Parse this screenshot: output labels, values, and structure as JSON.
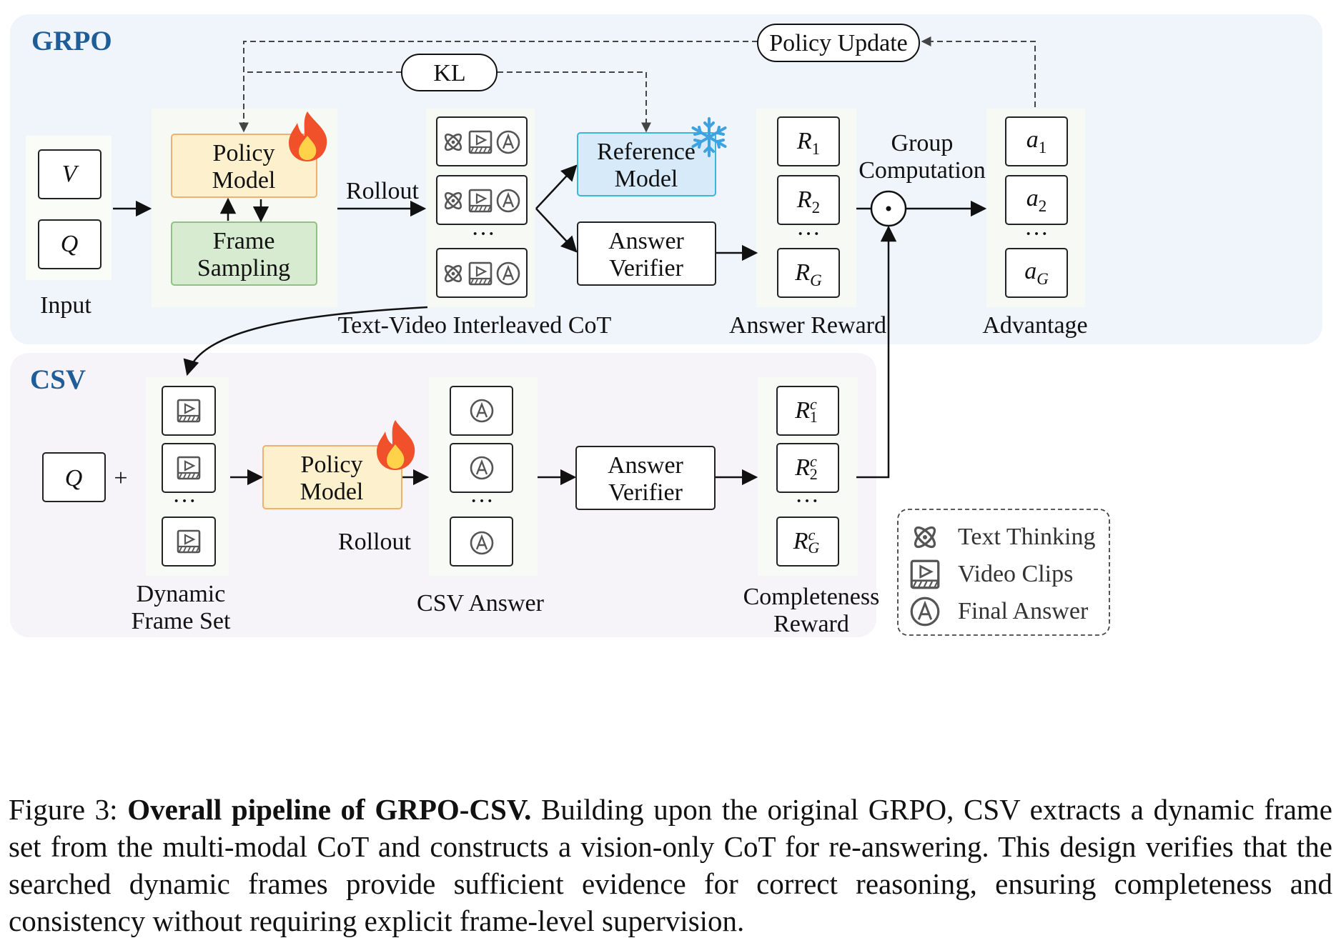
{
  "sections": {
    "grpo": "GRPO",
    "csv": "CSV"
  },
  "inputs": {
    "v": "V",
    "q": "Q",
    "label": "Input",
    "csv_q": "Q",
    "plus": "+"
  },
  "boxes": {
    "policy_model": [
      "Policy",
      "Model"
    ],
    "frame_sampling": [
      "Frame",
      "Sampling"
    ],
    "reference_model": [
      "Reference",
      "Model"
    ],
    "answer_verifier": [
      "Answer",
      "Verifier"
    ],
    "csv_policy_model": [
      "Policy",
      "Model"
    ],
    "csv_answer_verifier": [
      "Answer",
      "Verifier"
    ]
  },
  "pills": {
    "policy_update": "Policy Update",
    "kl": "KL"
  },
  "labels": {
    "rollout": "Rollout",
    "cot": "Text-Video Interleaved CoT",
    "answer_reward": "Answer Reward",
    "group_computation": [
      "Group",
      "Computation"
    ],
    "advantage": "Advantage",
    "csv_rollout": "Rollout",
    "dynamic_frame_set": [
      "Dynamic",
      "Frame Set"
    ],
    "csv_answer": "CSV Answer",
    "completeness_reward": [
      "Completeness",
      "Reward"
    ],
    "ellipsis": "···"
  },
  "rewards": {
    "grpo": [
      {
        "base": "R",
        "sub": "1",
        "sup": ""
      },
      {
        "base": "R",
        "sub": "2",
        "sup": ""
      },
      {
        "base": "R",
        "sub": "G",
        "sup": ""
      }
    ],
    "csv": [
      {
        "base": "R",
        "sub": "1",
        "sup": "c"
      },
      {
        "base": "R",
        "sub": "2",
        "sup": "c"
      },
      {
        "base": "R",
        "sub": "G",
        "sup": "c"
      }
    ]
  },
  "advantages": [
    {
      "base": "a",
      "sub": "1"
    },
    {
      "base": "a",
      "sub": "2"
    },
    {
      "base": "a",
      "sub": "G"
    }
  ],
  "legend": [
    {
      "icon": "atom-icon",
      "label": "Text Thinking"
    },
    {
      "icon": "video-clip-icon",
      "label": "Video Clips"
    },
    {
      "icon": "final-answer-icon",
      "label": "Final Answer"
    }
  ],
  "caption": {
    "prefix": "Figure 3: ",
    "title": "Overall pipeline of GRPO-CSV.",
    "body": " Building upon the original GRPO, CSV extracts a dynamic frame set from the multi-modal CoT and constructs a vision-only CoT for re-answering. This design verifies that the searched dynamic frames provide sufficient evidence for correct reasoning, ensuring completeness and consistency without requiring explicit frame-level supervision."
  },
  "colors": {
    "section_title": "#1f5d98",
    "grpo_bg": "#f0f4fb",
    "csv_bg": "#f6f3f9",
    "policy_fill": "#fdf0cc",
    "policy_stroke": "#f0b070",
    "sampling_fill": "#d6ebcf",
    "sampling_stroke": "#8ec283",
    "reference_fill": "#d7eaf9",
    "reference_stroke": "#39b6da",
    "flame": "#f0502a",
    "snowflake": "#3ea2e0"
  }
}
